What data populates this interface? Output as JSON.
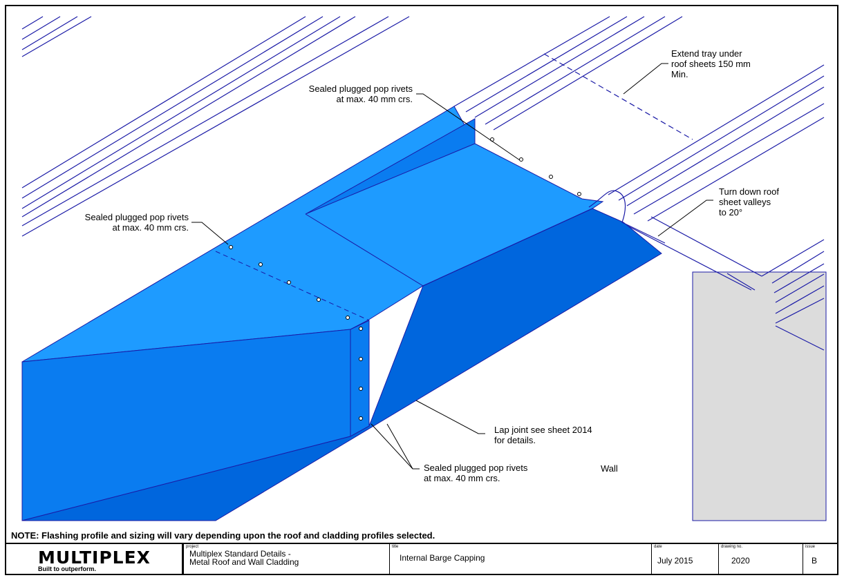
{
  "labels": {
    "extend_tray": "Extend tray under\nroof sheets 150 mm\nMin.",
    "rivets_top": "Sealed plugged pop rivets\nat max. 40 mm crs.",
    "rivets_left": "Sealed plugged pop rivets\nat max. 40 mm crs.",
    "turn_down": "Turn down roof\nsheet valleys\nto 20°",
    "lap_joint": "Lap joint see sheet 2014\nfor details.",
    "rivets_bottom": "Sealed plugged pop rivets\nat max. 40 mm crs.",
    "wall": "Wall"
  },
  "note": "NOTE: Flashing profile and sizing will vary depending upon the roof and cladding profiles selected.",
  "titleblock": {
    "logo": "MULTIPLEX",
    "tagline": "Built to outperform.",
    "project_label": "project",
    "project": "Multiplex Standard Details -\nMetal Roof and Wall Cladding",
    "title_label": "title",
    "title": "Internal Barge Capping",
    "date_label": "date",
    "date": "July 2015",
    "drawing_no_label": "drawing no.",
    "drawing_no": "2020",
    "issue_label": "issue",
    "issue": "B"
  },
  "colors": {
    "flashing_light": "#1e9bff",
    "flashing_mid": "#0a7cf0",
    "flashing_dark": "#0066dd",
    "outline": "#1a1aa6",
    "wall": "#dcdcdc"
  }
}
